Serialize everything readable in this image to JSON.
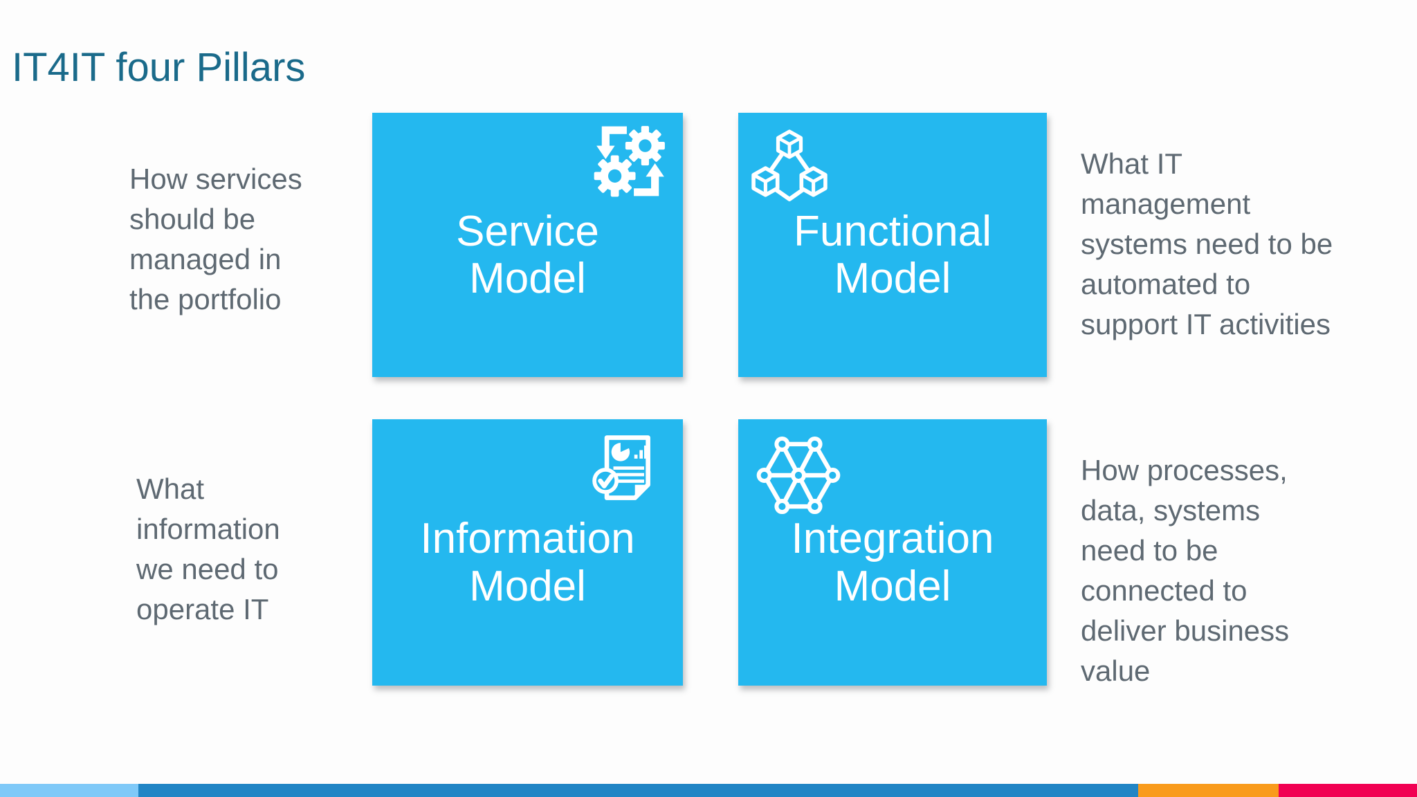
{
  "title": "IT4IT four Pillars",
  "colors": {
    "background": "#FDFDFD",
    "title_text": "#1A6A8A",
    "annotation_text": "#5E6972",
    "pillar_box": "#24B8EF",
    "pillar_label_text": "#FFFFFF"
  },
  "pillars": [
    {
      "id": "service",
      "label_lines": [
        "Service",
        "Model"
      ],
      "icon": "gears-sync-icon"
    },
    {
      "id": "functional",
      "label_lines": [
        "Functional",
        "Model"
      ],
      "icon": "linked-cubes-icon"
    },
    {
      "id": "information",
      "label_lines": [
        "Information",
        "Model"
      ],
      "icon": "document-chart-check-icon"
    },
    {
      "id": "integration",
      "label_lines": [
        "Integration",
        "Model"
      ],
      "icon": "network-nodes-icon"
    }
  ],
  "annotations": [
    {
      "position": "left-top",
      "lines": [
        "How services",
        "should be",
        "managed in",
        "the portfolio"
      ]
    },
    {
      "position": "right-top",
      "lines": [
        "What IT",
        "management",
        "systems need to be",
        "automated to",
        "support IT activities"
      ]
    },
    {
      "position": "left-bottom",
      "lines": [
        "What",
        "information",
        "we need to",
        "operate IT"
      ]
    },
    {
      "position": "right-bottom",
      "lines": [
        "How processes,",
        "data, systems",
        "need to be",
        "connected to",
        "deliver business",
        "value"
      ]
    }
  ],
  "footer_bar": {
    "segments": [
      {
        "name": "light-blue",
        "color": "#7FC9F8",
        "width_pct": 9.77
      },
      {
        "name": "blue",
        "color": "#2185C5",
        "width_pct": 70.56
      },
      {
        "name": "orange",
        "color": "#F99B1C",
        "width_pct": 9.91
      },
      {
        "name": "pink",
        "color": "#F10052",
        "width_pct": 9.76
      }
    ]
  }
}
